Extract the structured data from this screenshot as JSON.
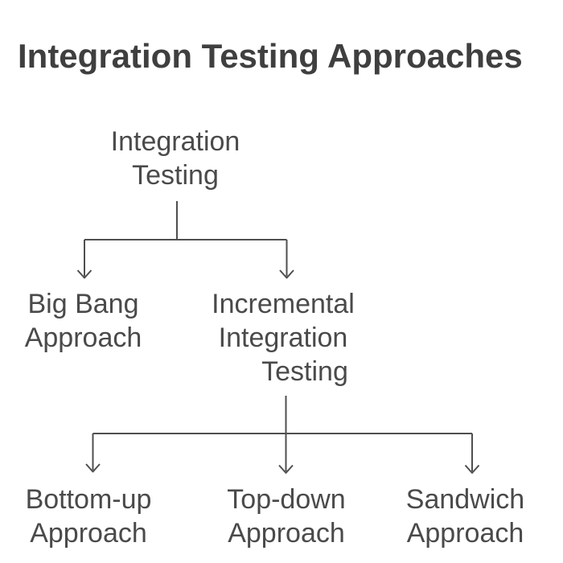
{
  "title": "Integration Testing Approaches",
  "colors": {
    "title_color": "#3f3f3f",
    "text_color": "#4a4a4a",
    "line_color": "#4f4f4f",
    "background": "#ffffff"
  },
  "nodes": {
    "root": {
      "label": "Integration Testing",
      "lines": [
        "Integration",
        "Testing"
      ]
    },
    "big_bang": {
      "label": "Big Bang Approach",
      "lines": [
        "Big Bang",
        "Approach"
      ]
    },
    "incremental": {
      "label": "Incremental Integration Testing",
      "lines": [
        "Incremental",
        "Integration",
        "Testing"
      ]
    },
    "bottom_up": {
      "label": "Bottom-up Approach",
      "lines": [
        "Bottom-up",
        "Approach"
      ]
    },
    "top_down": {
      "label": "Top-down Approach",
      "lines": [
        "Top-down",
        "Approach"
      ]
    },
    "sandwich": {
      "label": "Sandwich Approach",
      "lines": [
        "Sandwich",
        "Approach"
      ]
    }
  },
  "structure": {
    "root_children": [
      "Big Bang Approach",
      "Incremental Integration Testing"
    ],
    "incremental_children": [
      "Bottom-up Approach",
      "Top-down Approach",
      "Sandwich Approach"
    ]
  }
}
